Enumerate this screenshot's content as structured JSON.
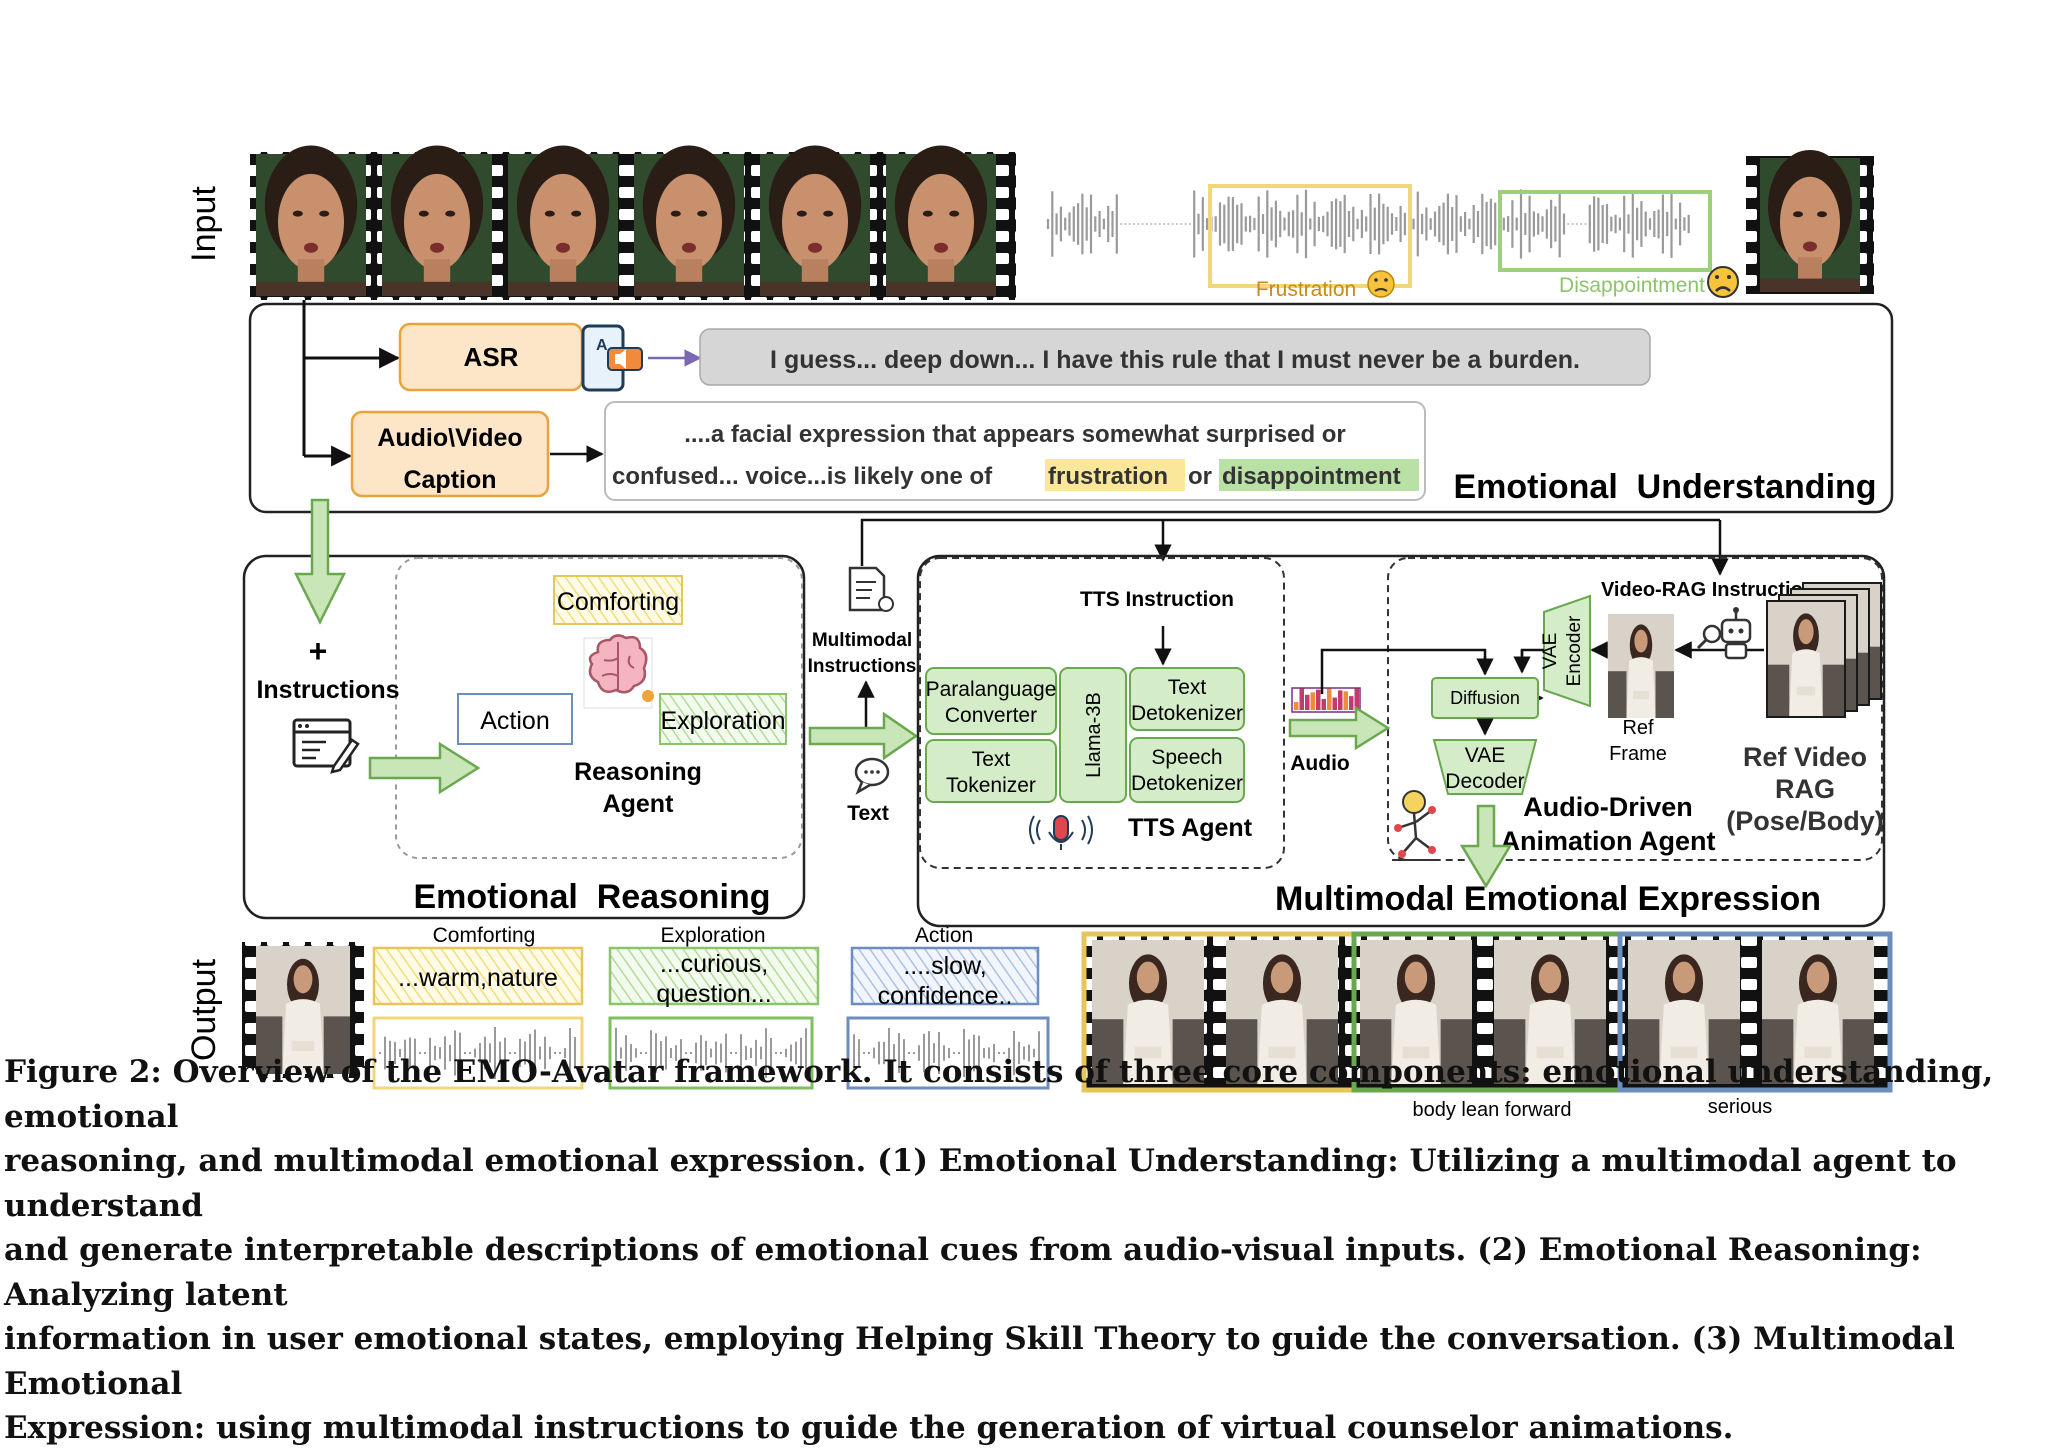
{
  "labels": {
    "input": "Input",
    "output": "Output",
    "frustration": "Frustration",
    "disappointment": "Disappointment",
    "asr": "ASR",
    "asr_text": "I guess... deep down... I have this rule that I must never be a burden.",
    "av_caption_line1": "Audio\\Video",
    "av_caption_line2": "Caption",
    "caption_line1": "....a facial expression that appears somewhat surprised or",
    "caption_line2_prefix": "confused... voice...is likely one of",
    "caption_hl_frustration": "frustration",
    "caption_or": "or",
    "caption_hl_disappointment": "disappointment",
    "emotional_understanding": "Emotional  Understanding",
    "plus": "+",
    "instructions": "Instructions",
    "comforting": "Comforting",
    "action": "Action",
    "exploration": "Exploration",
    "reasoning_agent_1": "Reasoning",
    "reasoning_agent_2": "Agent",
    "emotional_reasoning": "Emotional  Reasoning",
    "multimodal_1": "Multimodal",
    "multimodal_2": "Instructions",
    "text": "Text",
    "tts_instruction": "TTS Instruction",
    "paralanguage_1": "Paralanguage",
    "paralanguage_2": "Converter",
    "text_tokenizer_1": "Text",
    "text_tokenizer_2": "Tokenizer",
    "llama": "Llama-3B",
    "text_detok_1": "Text",
    "text_detok_2": "Detokenizer",
    "speech_detok_1": "Speech",
    "speech_detok_2": "Detokenizer",
    "tts_agent": "TTS Agent",
    "audio": "Audio",
    "video_rag_instruction": "Video-RAG Instruction",
    "diffusion": "Diffusion",
    "vae_decoder_1": "VAE",
    "vae_decoder_2": "Decoder",
    "vae_encoder_1": "VAE",
    "vae_encoder_2": "Encoder",
    "ref_frame_1": "Ref",
    "ref_frame_2": "Frame",
    "ref_video_1": "Ref Video",
    "ref_video_2": "RAG",
    "ref_video_3": "(Pose/Body)",
    "audio_driven_1": "Audio-Driven",
    "audio_driven_2": "Animation Agent",
    "multimodal_expression": "Multimodal Emotional Expression",
    "out_comforting": "Comforting",
    "out_comforting_text": "...warm,nature",
    "out_exploration": "Exploration",
    "out_exploration_text_1": "...curious,",
    "out_exploration_text_2": "question...",
    "out_action": "Action",
    "out_action_text_1": "....slow,",
    "out_action_text_2": "confidence..",
    "body_lean_forward": "body lean forward",
    "serious": "serious"
  },
  "caption_lines": [
    "Figure 2: Overview of the EMO-Avatar framework. It consists of three core components: emotional understanding, emotional",
    "reasoning, and multimodal emotional expression. (1) Emotional Understanding: Utilizing a multimodal agent to understand",
    "and generate interpretable descriptions of emotional cues from audio-visual inputs. (2) Emotional Reasoning: Analyzing latent",
    "information in user emotional states, employing Helping Skill Theory to guide the conversation. (3) Multimodal Emotional",
    "Expression: using multimodal instructions to guide the generation of virtual counselor animations."
  ],
  "colors": {
    "box_fill": "#fde5c8",
    "box_stroke": "#e8a33d",
    "green_arrow": "#9fd18a",
    "green_stroke": "#6aa84f",
    "yellow_hl": "#fbe79a",
    "green_hl": "#b9e0a5",
    "blue": "#6c8ebf",
    "grey_pill": "#d6d6d6",
    "wave": "#9a9a9a"
  }
}
